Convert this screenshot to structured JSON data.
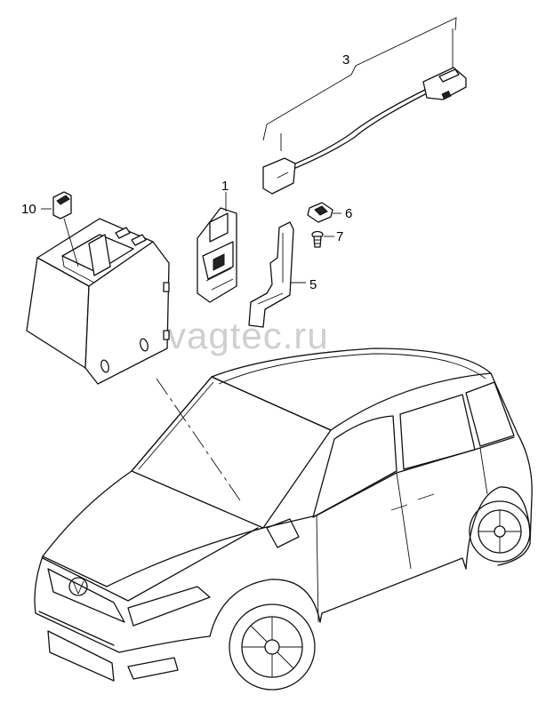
{
  "watermark": "vagtec.ru",
  "callouts": {
    "c1": "1",
    "c3": "3",
    "c5": "5",
    "c6": "6",
    "c7": "7",
    "c10": "10"
  }
}
